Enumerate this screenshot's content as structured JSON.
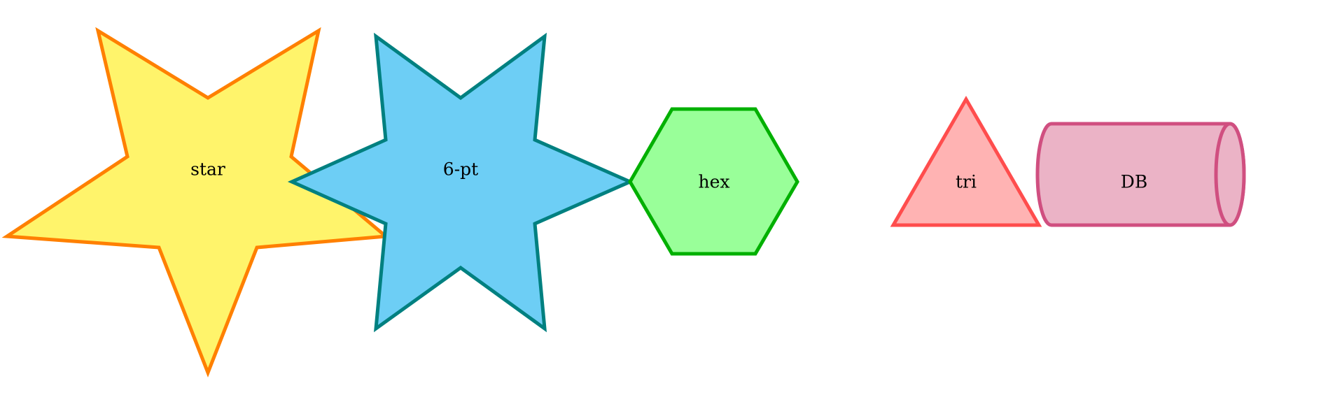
{
  "shapes": [
    {
      "id": "star",
      "label": "star",
      "fill": "#FFF46B",
      "stroke": "#FF8000"
    },
    {
      "id": "six",
      "label": "6-pt",
      "fill": "#6DCEF5",
      "stroke": "#008080"
    },
    {
      "id": "hex",
      "label": "hex",
      "fill": "#99FF99",
      "stroke": "#00B000"
    },
    {
      "id": "tri",
      "label": "tri",
      "fill": "#FFB3B3",
      "stroke": "#FF4D4D"
    },
    {
      "id": "db",
      "label": "DB",
      "fill": "#EBB3C6",
      "stroke": "#D04F80"
    }
  ]
}
